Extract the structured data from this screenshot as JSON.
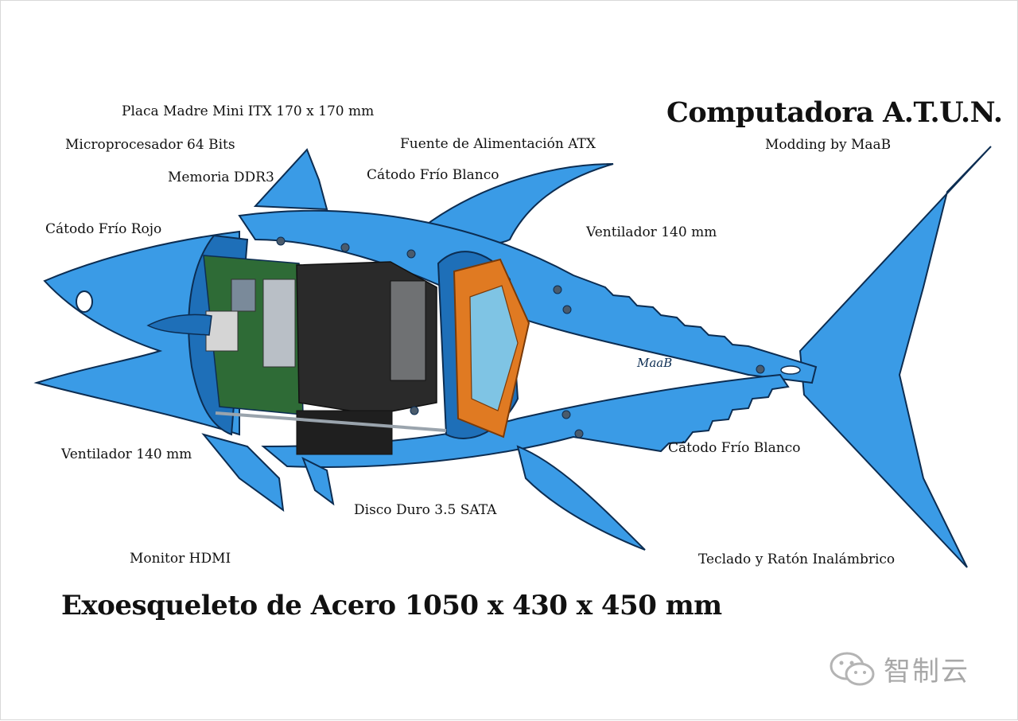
{
  "title": "Computadora A.T.U.N.",
  "subtitle": "Modding by MaaB",
  "signature": "MaaB",
  "caption": "Exoesqueleto de Acero 1050 x 430 x 450 mm",
  "labels": {
    "motherboard": "Placa Madre Mini ITX 170 x 170 mm",
    "cpu": "Microprocesador 64 Bits",
    "memory": "Memoria DDR3",
    "red_ccfl": "Cátodo Frío Rojo",
    "psu": "Fuente de Alimentación ATX",
    "white_ccfl_top": "Cátodo Frío Blanco",
    "fan_right": "Ventilador 140 mm",
    "fan_left": "Ventilador 140 mm",
    "white_ccfl_bottom": "Cátodo Frío Blanco",
    "hdd": "Disco Duro 3.5 SATA",
    "monitor": "Monitor HDMI",
    "keyboard": "Teclado y Ratón Inalámbrico"
  },
  "watermark": "智制云",
  "colors": {
    "fish": "#3a9be6",
    "fish_dark": "#1e6fb8",
    "outline": "#0c2d52",
    "fan": "#e07a22",
    "board": "#2e6b36",
    "psu": "#2a2a2a"
  }
}
